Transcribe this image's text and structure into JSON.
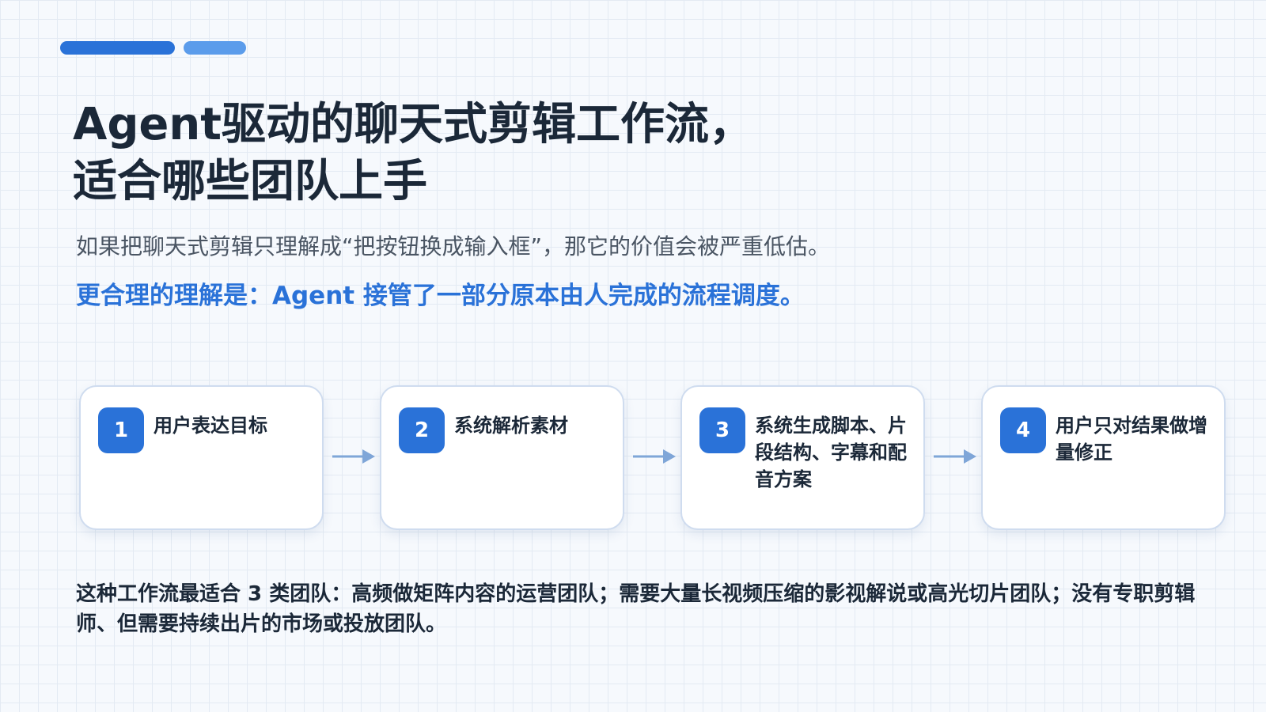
{
  "header": {
    "title_line1": "Agent驱动的聊天式剪辑工作流，",
    "title_line2": "适合哪些团队上手"
  },
  "intro": {
    "subtitle": "如果把聊天式剪辑只理解成“把按钮换成输入框”，那它的价值会被严重低估。",
    "highlight": "更合理的理解是：Agent 接管了一部分原本由人完成的流程调度。"
  },
  "steps": [
    {
      "number": "1",
      "text": "用户表达目标"
    },
    {
      "number": "2",
      "text": "系统解析素材"
    },
    {
      "number": "3",
      "text": "系统生成脚本、片段结构、字幕和配音方案"
    },
    {
      "number": "4",
      "text": "用户只对结果做增量修正"
    }
  ],
  "footer": {
    "text": "这种工作流最适合 3 类团队：高频做矩阵内容的运营团队；需要大量长视频压缩的影视解说或高光切片团队；没有专职剪辑师、但需要持续出片的市场或投放团队。"
  },
  "colors": {
    "accent": "#2a72d8",
    "accent_light": "#5b9ceb",
    "arrow": "#7fa6d8"
  }
}
